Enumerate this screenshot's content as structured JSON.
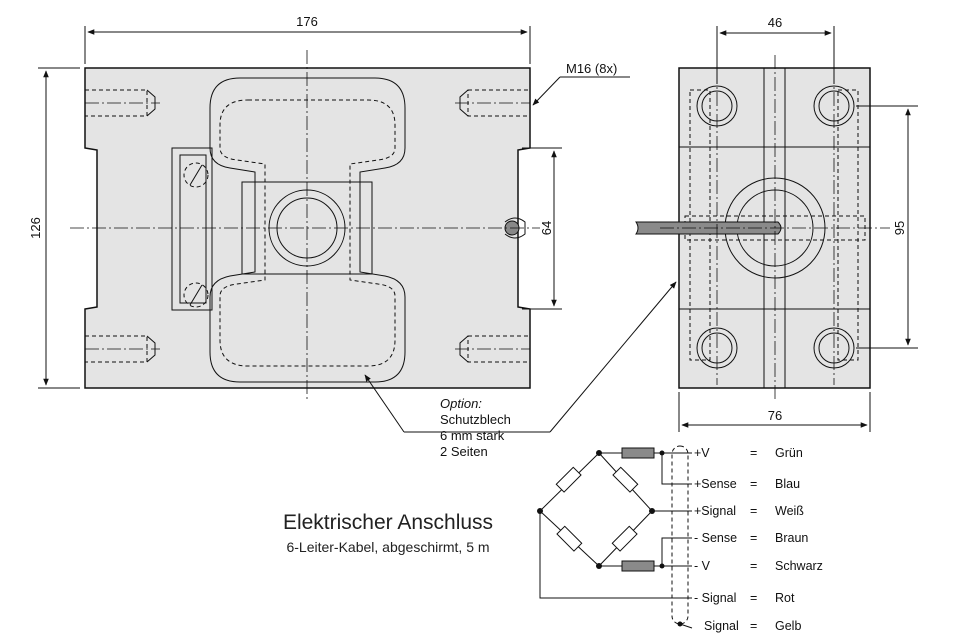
{
  "front_view": {
    "width_dim": "176",
    "height_dim": "126",
    "inner_dim": "64",
    "thread_label": "M16 (8x)"
  },
  "side_view": {
    "top_dim": "46",
    "bottom_dim": "76",
    "height_dim": "95"
  },
  "option_note": {
    "line1": "Option:",
    "line2": "Schutzblech",
    "line3": "6 mm stark",
    "line4": "2 Seiten"
  },
  "connection": {
    "title": "Elektrischer Anschluss",
    "subtitle": "6-Leiter-Kabel, abgeschirmt, 5 m",
    "wires": [
      {
        "signal": "+V",
        "eq": "=",
        "color": "Grün"
      },
      {
        "signal": "+Sense",
        "eq": "=",
        "color": "Blau"
      },
      {
        "signal": "+Signal",
        "eq": "=",
        "color": "Weiß"
      },
      {
        "signal": "- Sense",
        "eq": "=",
        "color": "Braun"
      },
      {
        "signal": "- V",
        "eq": "=",
        "color": "Schwarz"
      },
      {
        "signal": "- Signal",
        "eq": "=",
        "color": "Rot"
      },
      {
        "signal": "Signal",
        "eq": "=",
        "color": "Gelb"
      }
    ]
  },
  "colors": {
    "body_fill": "#e4e4e4",
    "line": "#111111",
    "resistor_fill": "#8a8a8a"
  }
}
